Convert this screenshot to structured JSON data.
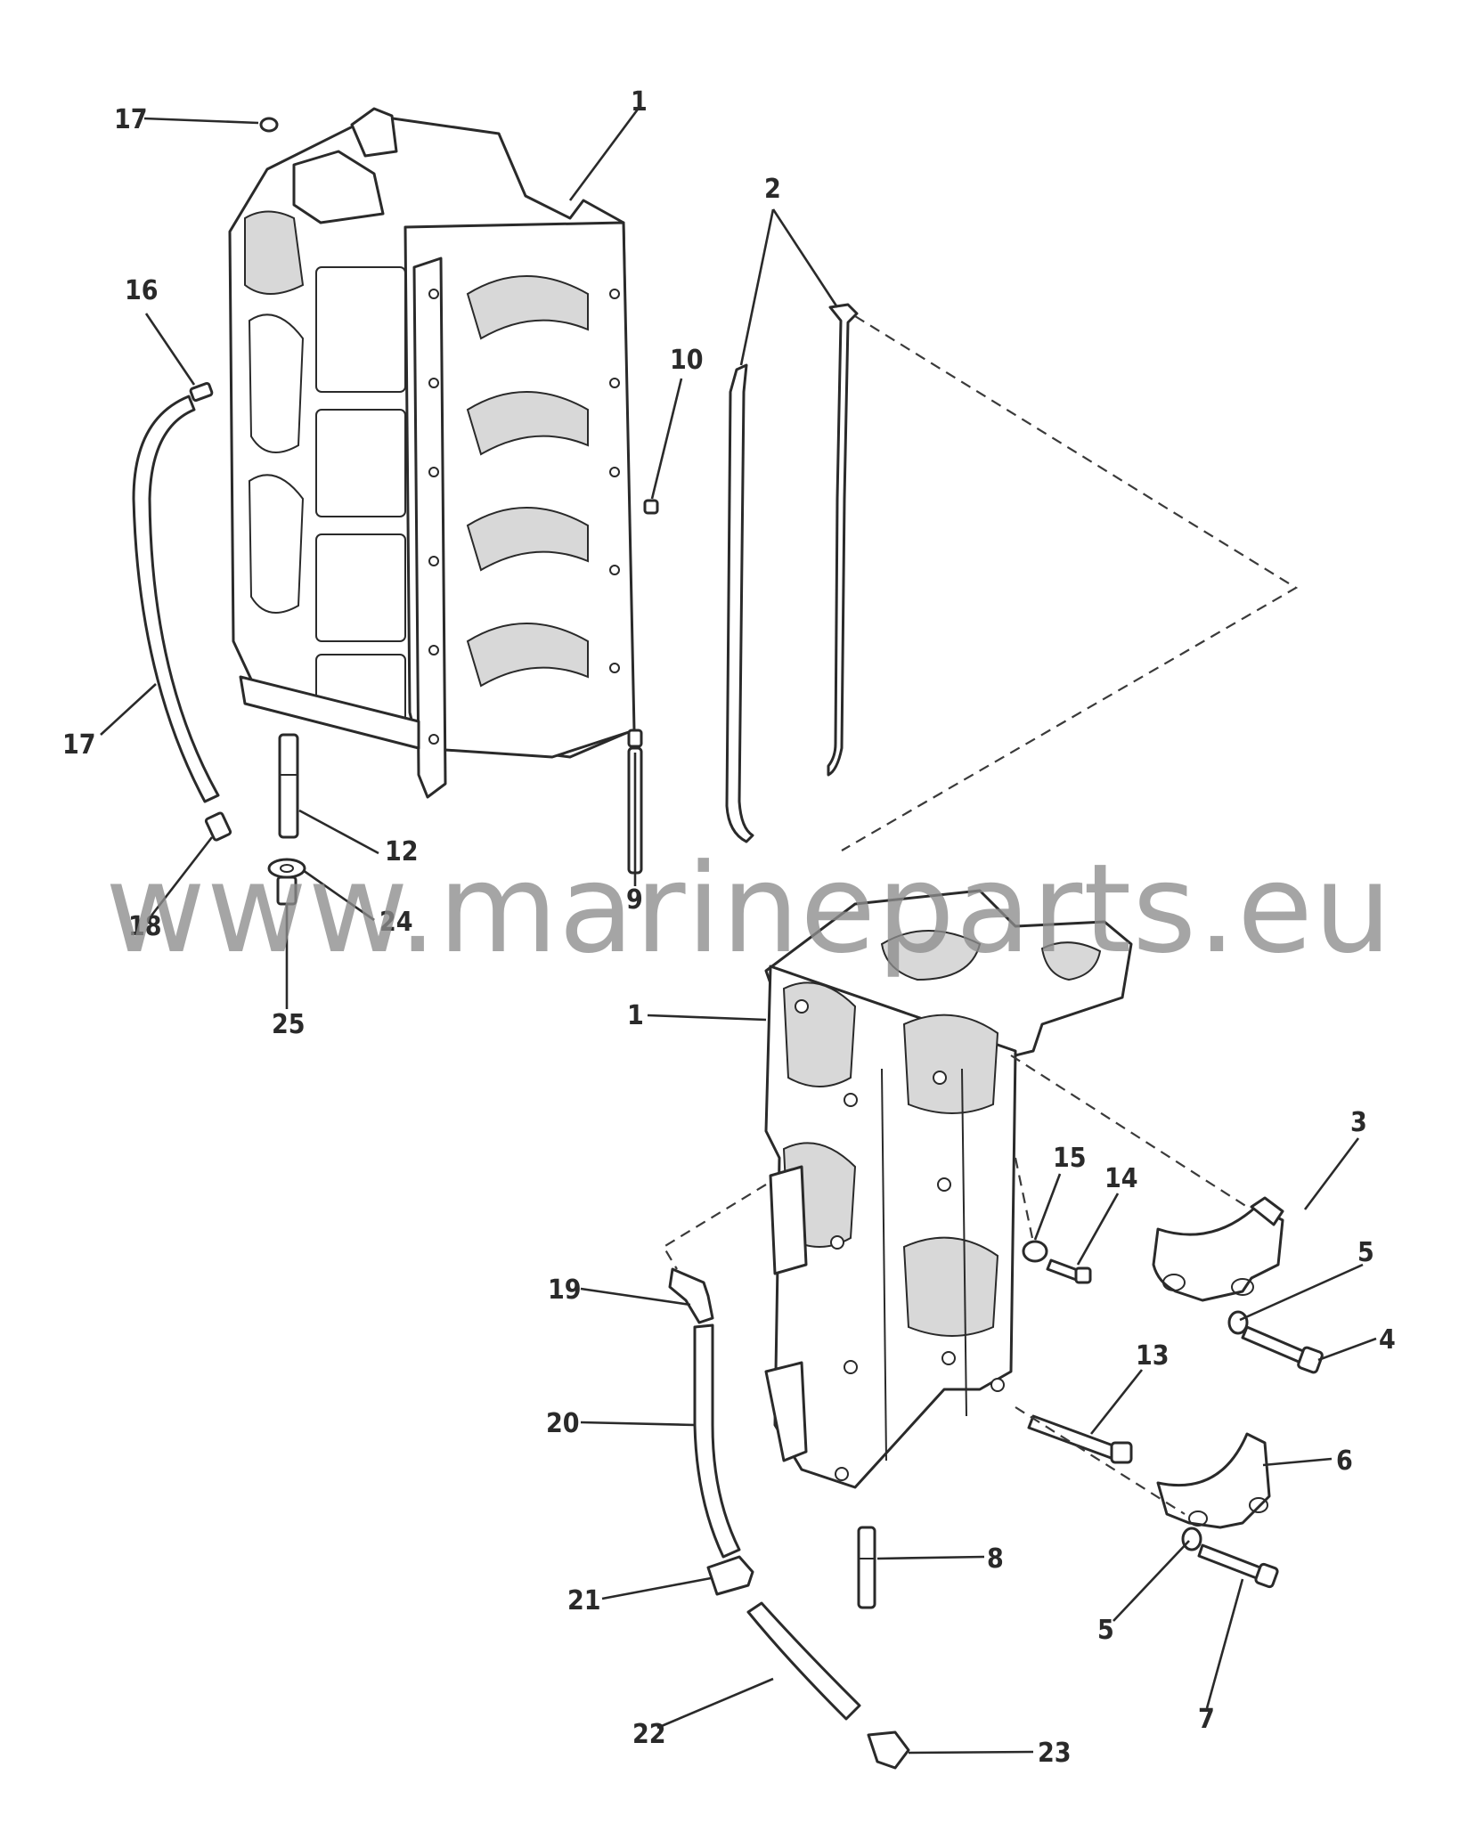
{
  "watermark": "www.marineparts.eu",
  "callouts": [
    {
      "id": "c17a",
      "text": "17"
    },
    {
      "id": "c1a",
      "text": "1"
    },
    {
      "id": "c2",
      "text": "2"
    },
    {
      "id": "c16",
      "text": "16"
    },
    {
      "id": "c10",
      "text": "10"
    },
    {
      "id": "c17b",
      "text": "17"
    },
    {
      "id": "c12",
      "text": "12"
    },
    {
      "id": "c18",
      "text": "18"
    },
    {
      "id": "c24",
      "text": "24"
    },
    {
      "id": "c9",
      "text": "9"
    },
    {
      "id": "c25",
      "text": "25"
    },
    {
      "id": "c1b",
      "text": "1"
    },
    {
      "id": "c3",
      "text": "3"
    },
    {
      "id": "c15",
      "text": "15"
    },
    {
      "id": "c14",
      "text": "14"
    },
    {
      "id": "c5a",
      "text": "5"
    },
    {
      "id": "c19",
      "text": "19"
    },
    {
      "id": "c4",
      "text": "4"
    },
    {
      "id": "c13",
      "text": "13"
    },
    {
      "id": "c20",
      "text": "20"
    },
    {
      "id": "c6",
      "text": "6"
    },
    {
      "id": "c8",
      "text": "8"
    },
    {
      "id": "c21",
      "text": "21"
    },
    {
      "id": "c5b",
      "text": "5"
    },
    {
      "id": "c7",
      "text": "7"
    },
    {
      "id": "c22",
      "text": "22"
    },
    {
      "id": "c23",
      "text": "23"
    }
  ]
}
